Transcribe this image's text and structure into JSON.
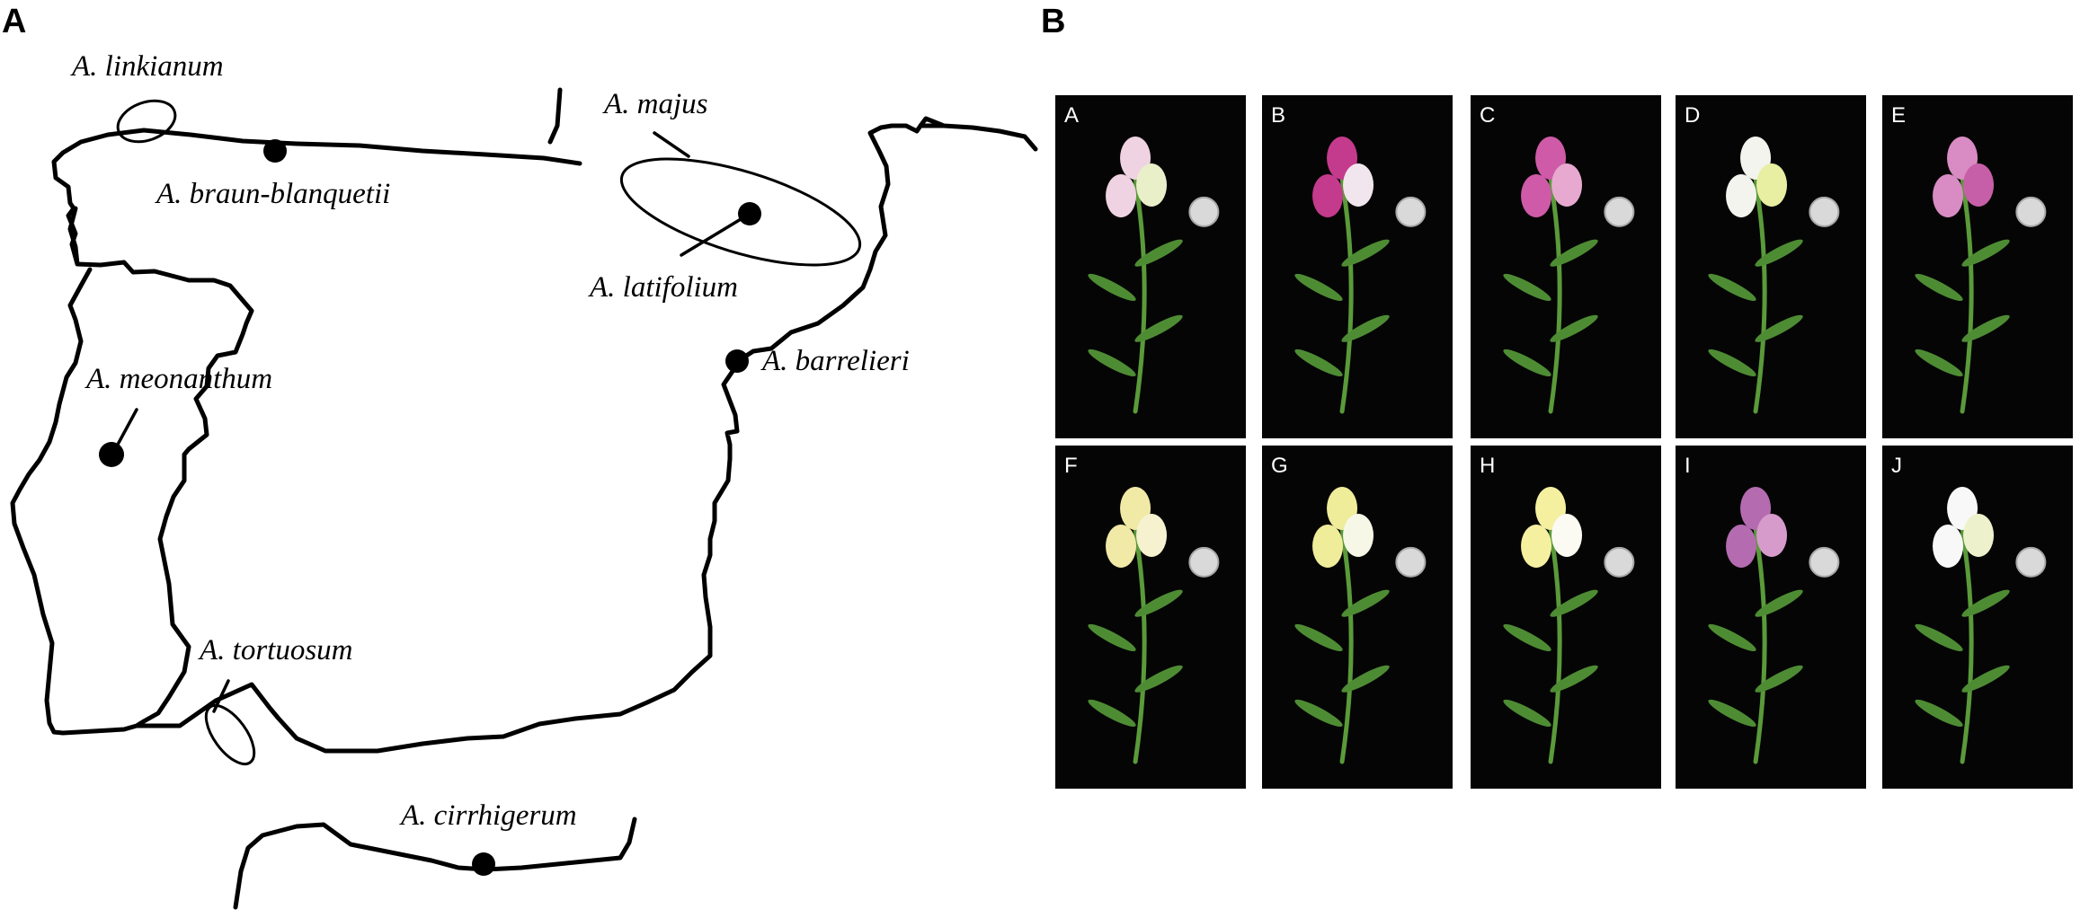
{
  "panel_a": {
    "letter": "A",
    "species": [
      {
        "id": "linkianum",
        "label": "A. linkianum"
      },
      {
        "id": "majus",
        "label": "A. majus"
      },
      {
        "id": "braun-blanquetii",
        "label": "A. braun-blanquetii"
      },
      {
        "id": "latifolium",
        "label": "A. latifolium"
      },
      {
        "id": "barrelieri",
        "label": "A. barrelieri"
      },
      {
        "id": "meonanthum",
        "label": "A. meonanthum"
      },
      {
        "id": "tortuosum",
        "label": "A. tortuosum"
      },
      {
        "id": "cirrhigerum",
        "label": "A. cirrhigerum"
      }
    ]
  },
  "panel_b": {
    "letter": "B",
    "photos": [
      {
        "label": "A",
        "flower": "#efd3e2",
        "accent": "#e9f0c9"
      },
      {
        "label": "B",
        "flower": "#c43a8c",
        "accent": "#f2e6ee"
      },
      {
        "label": "C",
        "flower": "#cf5aa8",
        "accent": "#e7a9cf"
      },
      {
        "label": "D",
        "flower": "#f4f4ee",
        "accent": "#e8eea2"
      },
      {
        "label": "E",
        "flower": "#d98bc3",
        "accent": "#c75fa8"
      },
      {
        "label": "F",
        "flower": "#f1e9a6",
        "accent": "#f6f1cf"
      },
      {
        "label": "G",
        "flower": "#efec9a",
        "accent": "#f7f7e8"
      },
      {
        "label": "H",
        "flower": "#f5f0a0",
        "accent": "#fbfbf3"
      },
      {
        "label": "I",
        "flower": "#b46bb0",
        "accent": "#d69acb"
      },
      {
        "label": "J",
        "flower": "#f8f8f8",
        "accent": "#eef2cc"
      }
    ]
  }
}
